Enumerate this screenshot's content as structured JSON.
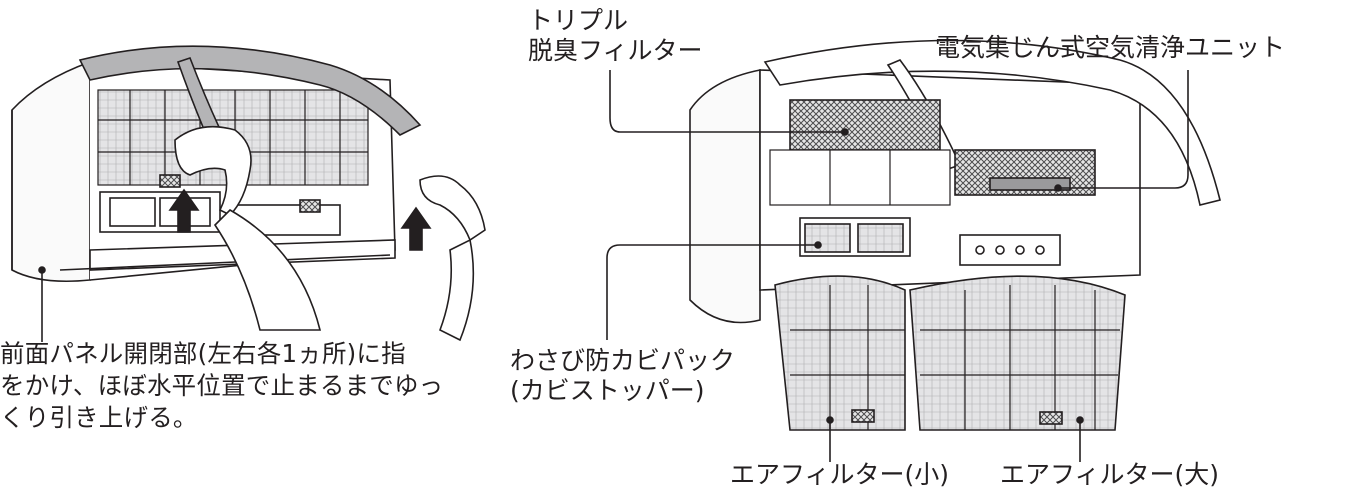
{
  "instruction": {
    "lines": [
      "前面パネル開閉部(左右各1ヵ所)に指",
      "をかけ、ほぼ水平位置で止まるまでゆっ",
      "くり引き上げる。"
    ]
  },
  "labels": {
    "triple_filter": [
      "トリプル",
      "脱臭フィルター"
    ],
    "electric_unit": "電気集じん式空気清浄ユニット",
    "wasabi_pack": [
      "わさび防カビパック",
      "(カビストッパー)"
    ],
    "air_filter_small": "エアフィルター(小)",
    "air_filter_large": "エアフィルター(大)"
  },
  "colors": {
    "line": "#231f20",
    "panel_gray": "#b4b4b6",
    "filter_gray": "#d9d9db",
    "mesh_dark": "#5a5a5c"
  }
}
